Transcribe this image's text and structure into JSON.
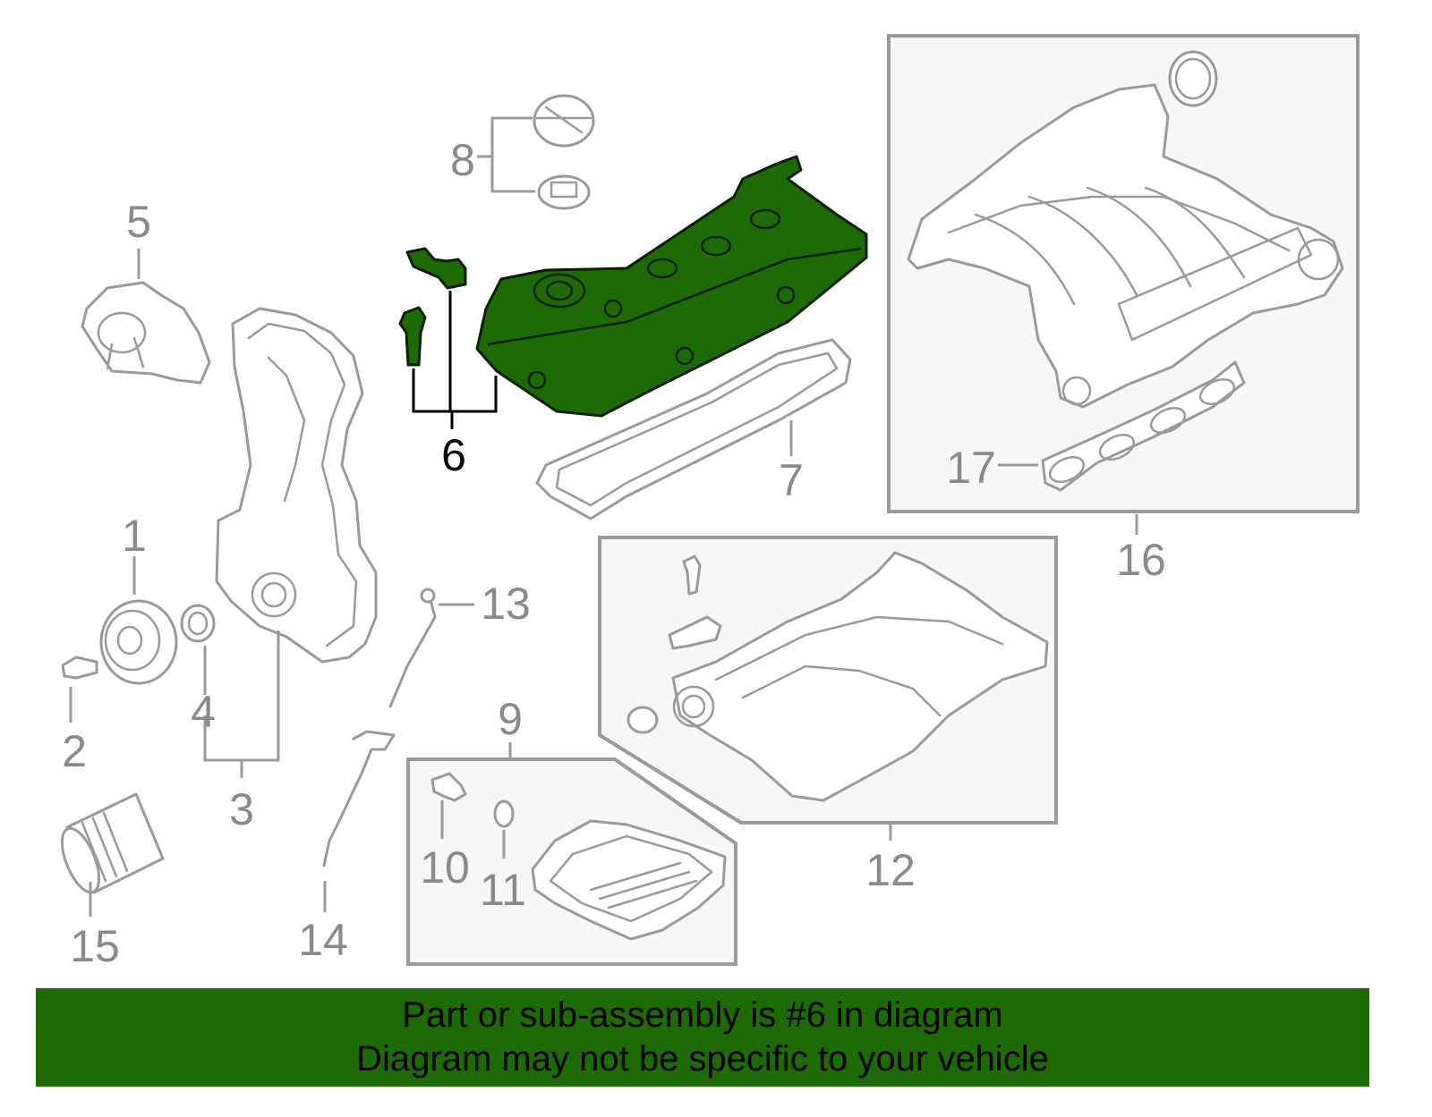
{
  "diagram": {
    "highlight_color": "#1e6b05",
    "callouts": [
      "1",
      "2",
      "3",
      "4",
      "5",
      "6",
      "7",
      "8",
      "9",
      "10",
      "11",
      "12",
      "13",
      "14",
      "15",
      "16",
      "17"
    ],
    "highlighted_callout": "6"
  },
  "banner": {
    "line1": "Part or sub-assembly is #6 in diagram",
    "line2": "Diagram may not be specific to your vehicle"
  }
}
